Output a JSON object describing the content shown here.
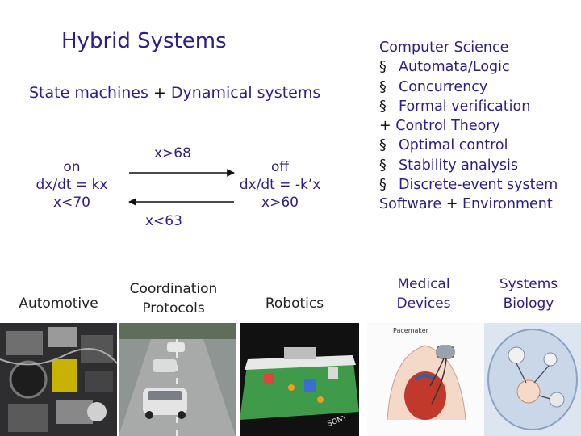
{
  "title": "Hybrid Systems",
  "subtitle": {
    "part1": "State machines",
    "plus": "+",
    "part2": "Dynamical systems"
  },
  "automaton": {
    "on": {
      "name": "on",
      "flow": "dx/dt = kx",
      "invariant": "x<70"
    },
    "off": {
      "name": "off",
      "flow": "dx/dt = -k’x",
      "invariant": "x>60"
    },
    "guard_top": "x>68",
    "guard_bottom": "x<63"
  },
  "cs": {
    "heading": "Computer Science",
    "items_a": [
      "Automata/Logic",
      "Concurrency",
      "Formal verification"
    ],
    "plus_label": "+",
    "control_heading": "Control Theory",
    "items_b": [
      "Optimal control",
      "Stability analysis",
      "Discrete-event system"
    ],
    "bottom": {
      "left": "Software",
      "plus": "+",
      "right": "Environment"
    },
    "bullet": "§"
  },
  "applications": [
    {
      "label": "Automotive",
      "icon": "car-engine-photo"
    },
    {
      "label": "Coordination\nProtocols",
      "icon": "highway-cars-photo"
    },
    {
      "label": "Robotics",
      "icon": "robot-soccer-photo"
    },
    {
      "label": "Medical\nDevices",
      "icon": "pacemaker-diagram",
      "image_caption": "Pacemaker"
    },
    {
      "label": "Systems\nBiology",
      "icon": "cell-signaling-diagram"
    }
  ]
}
